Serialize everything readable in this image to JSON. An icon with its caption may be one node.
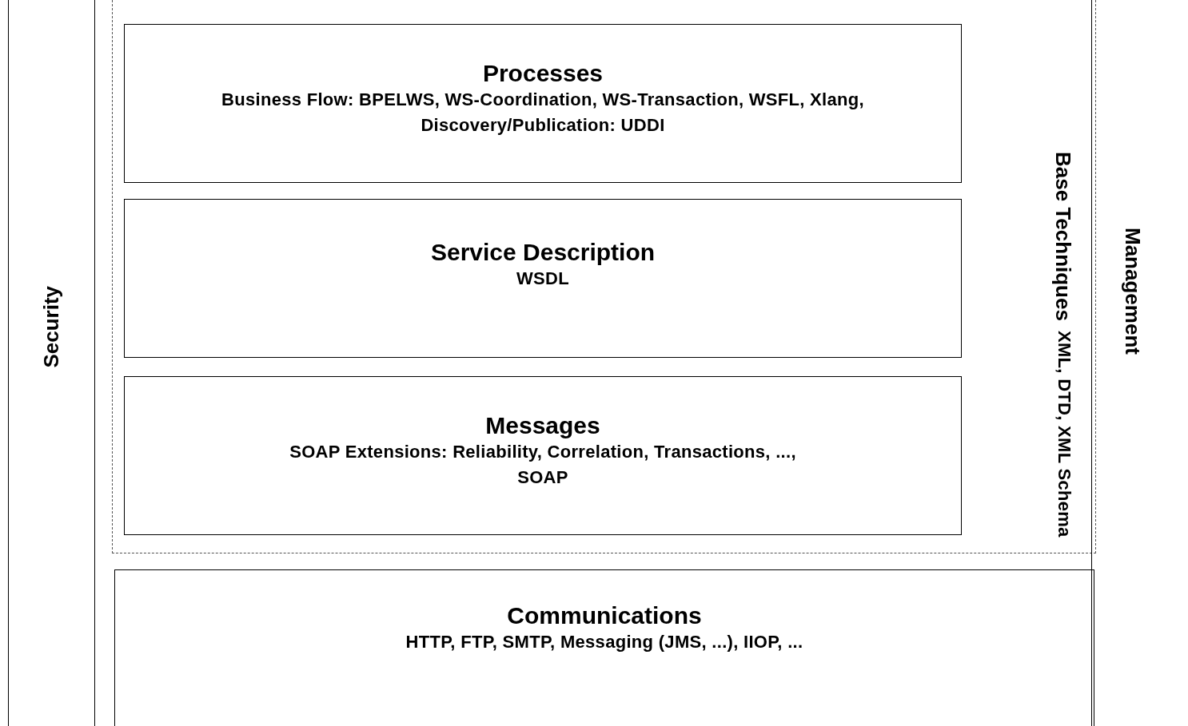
{
  "diagram": {
    "nodes": [
      {
        "text": [
          "Security"
        ]
      },
      {
        "text": [
          "Base Techniques",
          "XML, DTD, XML Schema"
        ]
      },
      {
        "text": [
          "Processes",
          "Business Flow: BPELWS, WS-Coordination, WS-Transaction, WSFL, Xlang, Discovery/Publication: UDDI"
        ],
        "in": 1
      },
      {
        "text": [
          "Service Description",
          "WSDL"
        ],
        "in": 1
      },
      {
        "text": [
          "Messages",
          "SOAP Extensions: Reliability, Correlation, Transactions, ..., SOAP"
        ],
        "in": 1
      },
      {
        "text": [
          "Communications",
          "HTTP, FTP, SMTP, Messaging (JMS, ...), IIOP, ..."
        ]
      },
      {
        "text": [
          "Management"
        ]
      }
    ]
  }
}
